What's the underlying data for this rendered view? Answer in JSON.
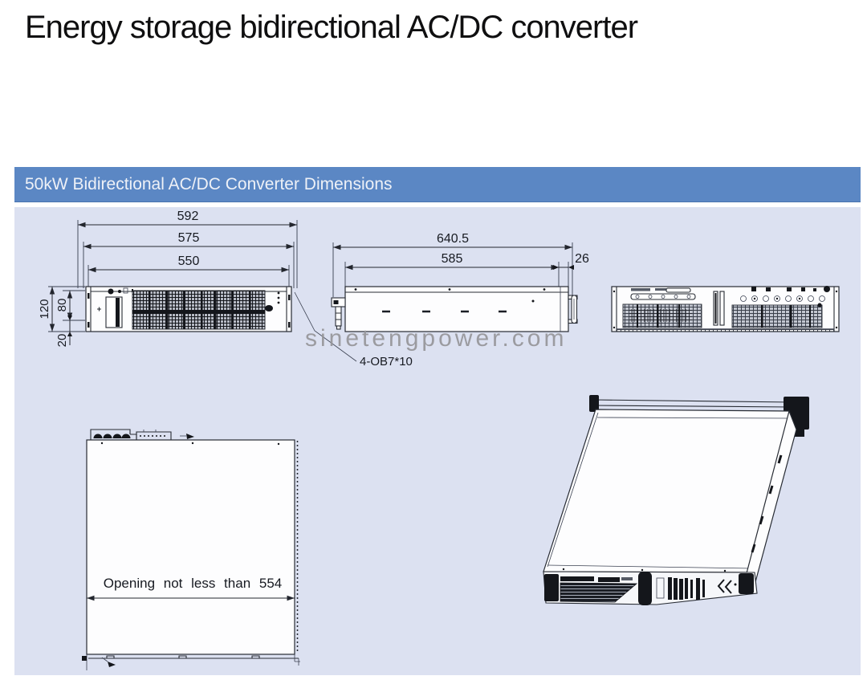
{
  "title": "Energy storage bidirectional AC/DC converter",
  "section": {
    "header": "50kW Bidirectional AC/DC Converter Dimensions"
  },
  "watermark": "sinetengpower.com",
  "front": {
    "dims": {
      "overall_width": "592",
      "mid_width": "575",
      "inner_width": "550",
      "total_height": "120",
      "mid_height": "80",
      "bottom_height": "20"
    }
  },
  "side": {
    "dims": {
      "overall_depth": "640.5",
      "body_depth": "585",
      "flange_offset": "26"
    },
    "hole_callout": "4-OB7*10"
  },
  "top": {
    "opening_note": "Opening not less than 554"
  },
  "colors": {
    "header_bg": "#5b87c4",
    "panel_bg": "#dce1f1",
    "line": "#272b33",
    "watermark_gray": "#96969a"
  }
}
